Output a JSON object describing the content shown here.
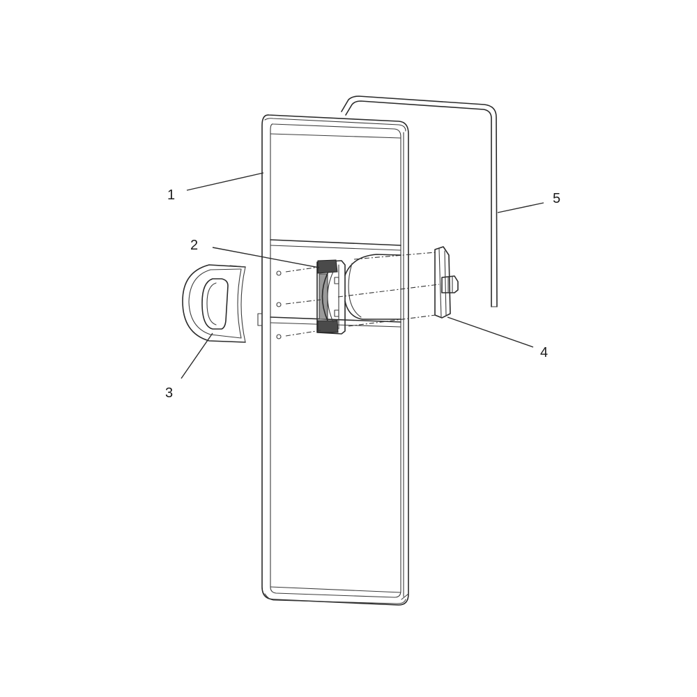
{
  "figure": {
    "callouts": [
      {
        "id": "part-1",
        "label": "1"
      },
      {
        "id": "part-2",
        "label": "2"
      },
      {
        "id": "part-3",
        "label": "3"
      },
      {
        "id": "part-4",
        "label": "4"
      },
      {
        "id": "part-5",
        "label": "5"
      }
    ]
  },
  "colors": {
    "line": "#2a2a2a",
    "background": "#ffffff"
  }
}
